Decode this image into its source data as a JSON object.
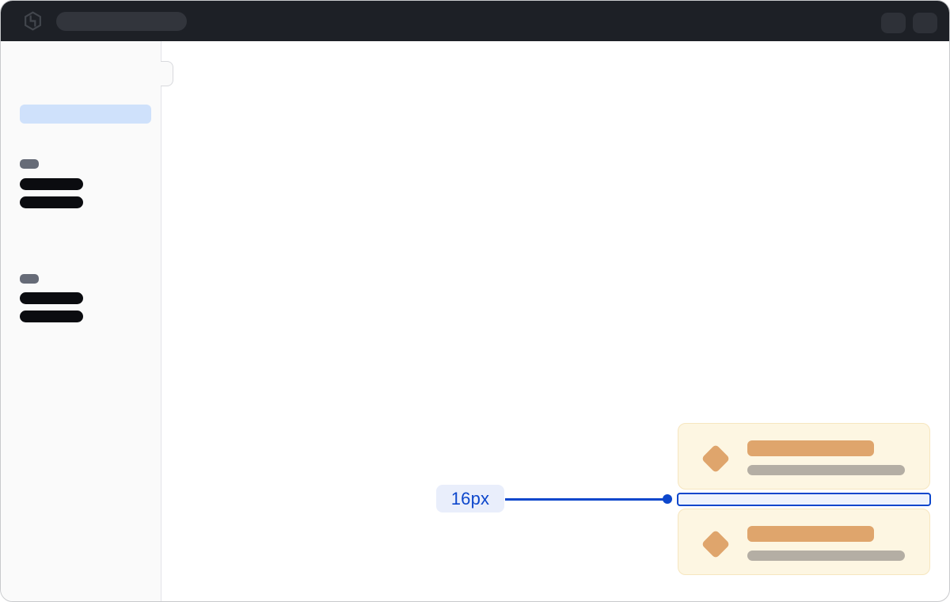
{
  "annotation": {
    "spacing_label": "16px"
  },
  "topbar": {
    "logo_icon": "hashicorp-logo-icon",
    "skeleton_items": [
      "search-placeholder",
      "action-placeholder-1",
      "action-placeholder-2"
    ]
  },
  "sidebar": {
    "selected_item": "active-nav-placeholder",
    "section_count": 2,
    "items_per_section": 2
  },
  "cards": {
    "count": 2,
    "icon": "diamond-icon",
    "elements": [
      "title-placeholder",
      "subtitle-placeholder"
    ]
  },
  "colors": {
    "accent-blue": "#0d47cc",
    "annotation-label-bg": "#e9eefb",
    "annotation-spacer-bg": "#eef3fc",
    "frame-border": "#c8c9cc",
    "topbar-bg": "#1d2026",
    "topbar-skeleton": "#32353c",
    "topbar-pill": "#2e3138",
    "logo-gray": "#41454c",
    "sidebar-bg": "#fafafa",
    "sidebar-border": "#e3e4e8",
    "selected-item-bg": "#cfe1fb",
    "section-label-bg": "#666b77",
    "nav-skeleton-bg": "#0b0c10",
    "card-bg": "#fdf6e2",
    "card-border": "#f6e6bf",
    "card-accent": "#dfa56c",
    "card-muted": "#b4aea4"
  }
}
